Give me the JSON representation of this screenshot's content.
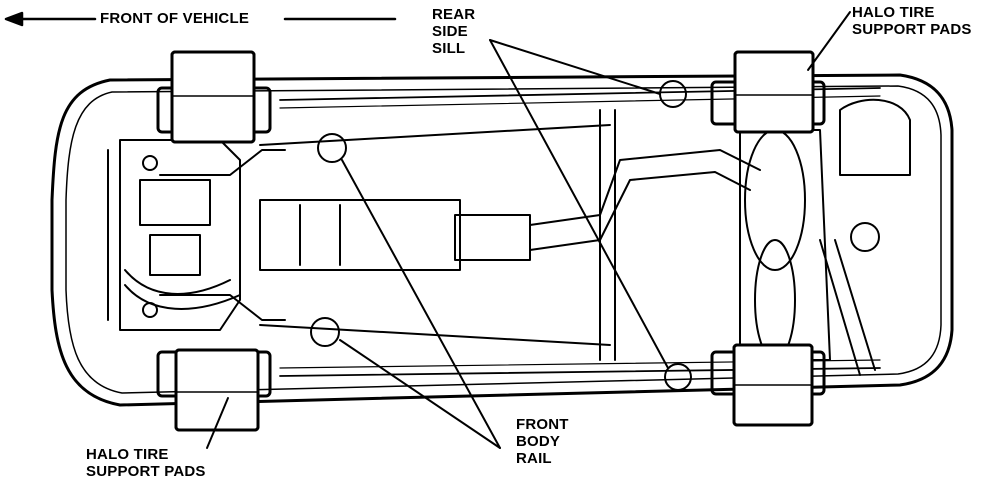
{
  "labels": {
    "front_of_vehicle": "FRONT OF VEHICLE",
    "rear_side_sill": [
      "REAR",
      "SIDE",
      "SILL"
    ],
    "halo_tire_pads_top": [
      "HALO TIRE",
      "SUPPORT PADS"
    ],
    "halo_tire_pads_bottom": [
      "HALO TIRE",
      "SUPPORT PADS"
    ],
    "front_body_rail": [
      "FRONT",
      "BODY",
      "RAIL"
    ]
  }
}
